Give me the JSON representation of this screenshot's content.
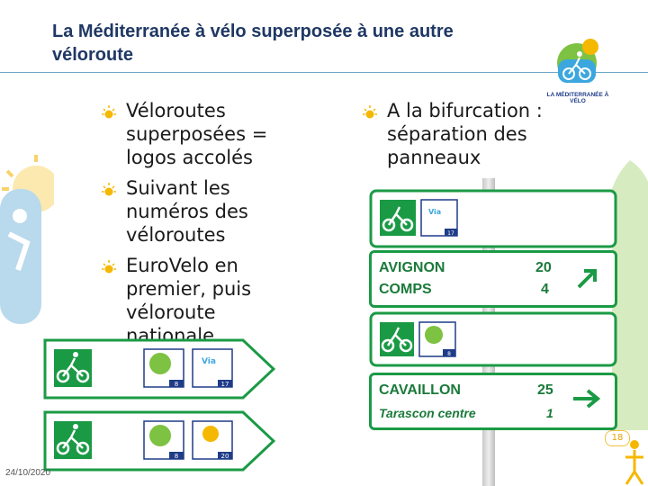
{
  "slide": {
    "title": "La Méditerranée à vélo superposée à une autre véloroute",
    "date": "24/10/2020",
    "page_number": "18"
  },
  "logo": {
    "text": "LA MÉDITERRANÉE À VÉLO"
  },
  "left_bullets": [
    "Véloroutes superposées = logos accolés",
    "Suivant les numéros des véloroutes",
    "EuroVelo en premier, puis véloroute nationale"
  ],
  "right_bullets": [
    "A la bifurcation : séparation des panneaux"
  ],
  "signs": {
    "left_top": {
      "eurovelo_number": "8",
      "national_number": "17"
    },
    "left_bottom": {
      "eurovelo_number": "8",
      "national_number": "20"
    },
    "right_1": {
      "national_number": "17"
    },
    "right_2": {
      "line1": "AVIGNON",
      "dist1": "20",
      "line2": "COMPS",
      "dist2": "4"
    },
    "right_3": {
      "eurovelo_number": "8"
    },
    "right_4": {
      "line1": "CAVAILLON",
      "dist1": "25",
      "line2": "Tarascon centre",
      "dist2": "1"
    }
  },
  "colors": {
    "green": "#1b9a45",
    "title": "#1f3864",
    "accent": "#f5b800",
    "blue": "#1f3c88"
  }
}
